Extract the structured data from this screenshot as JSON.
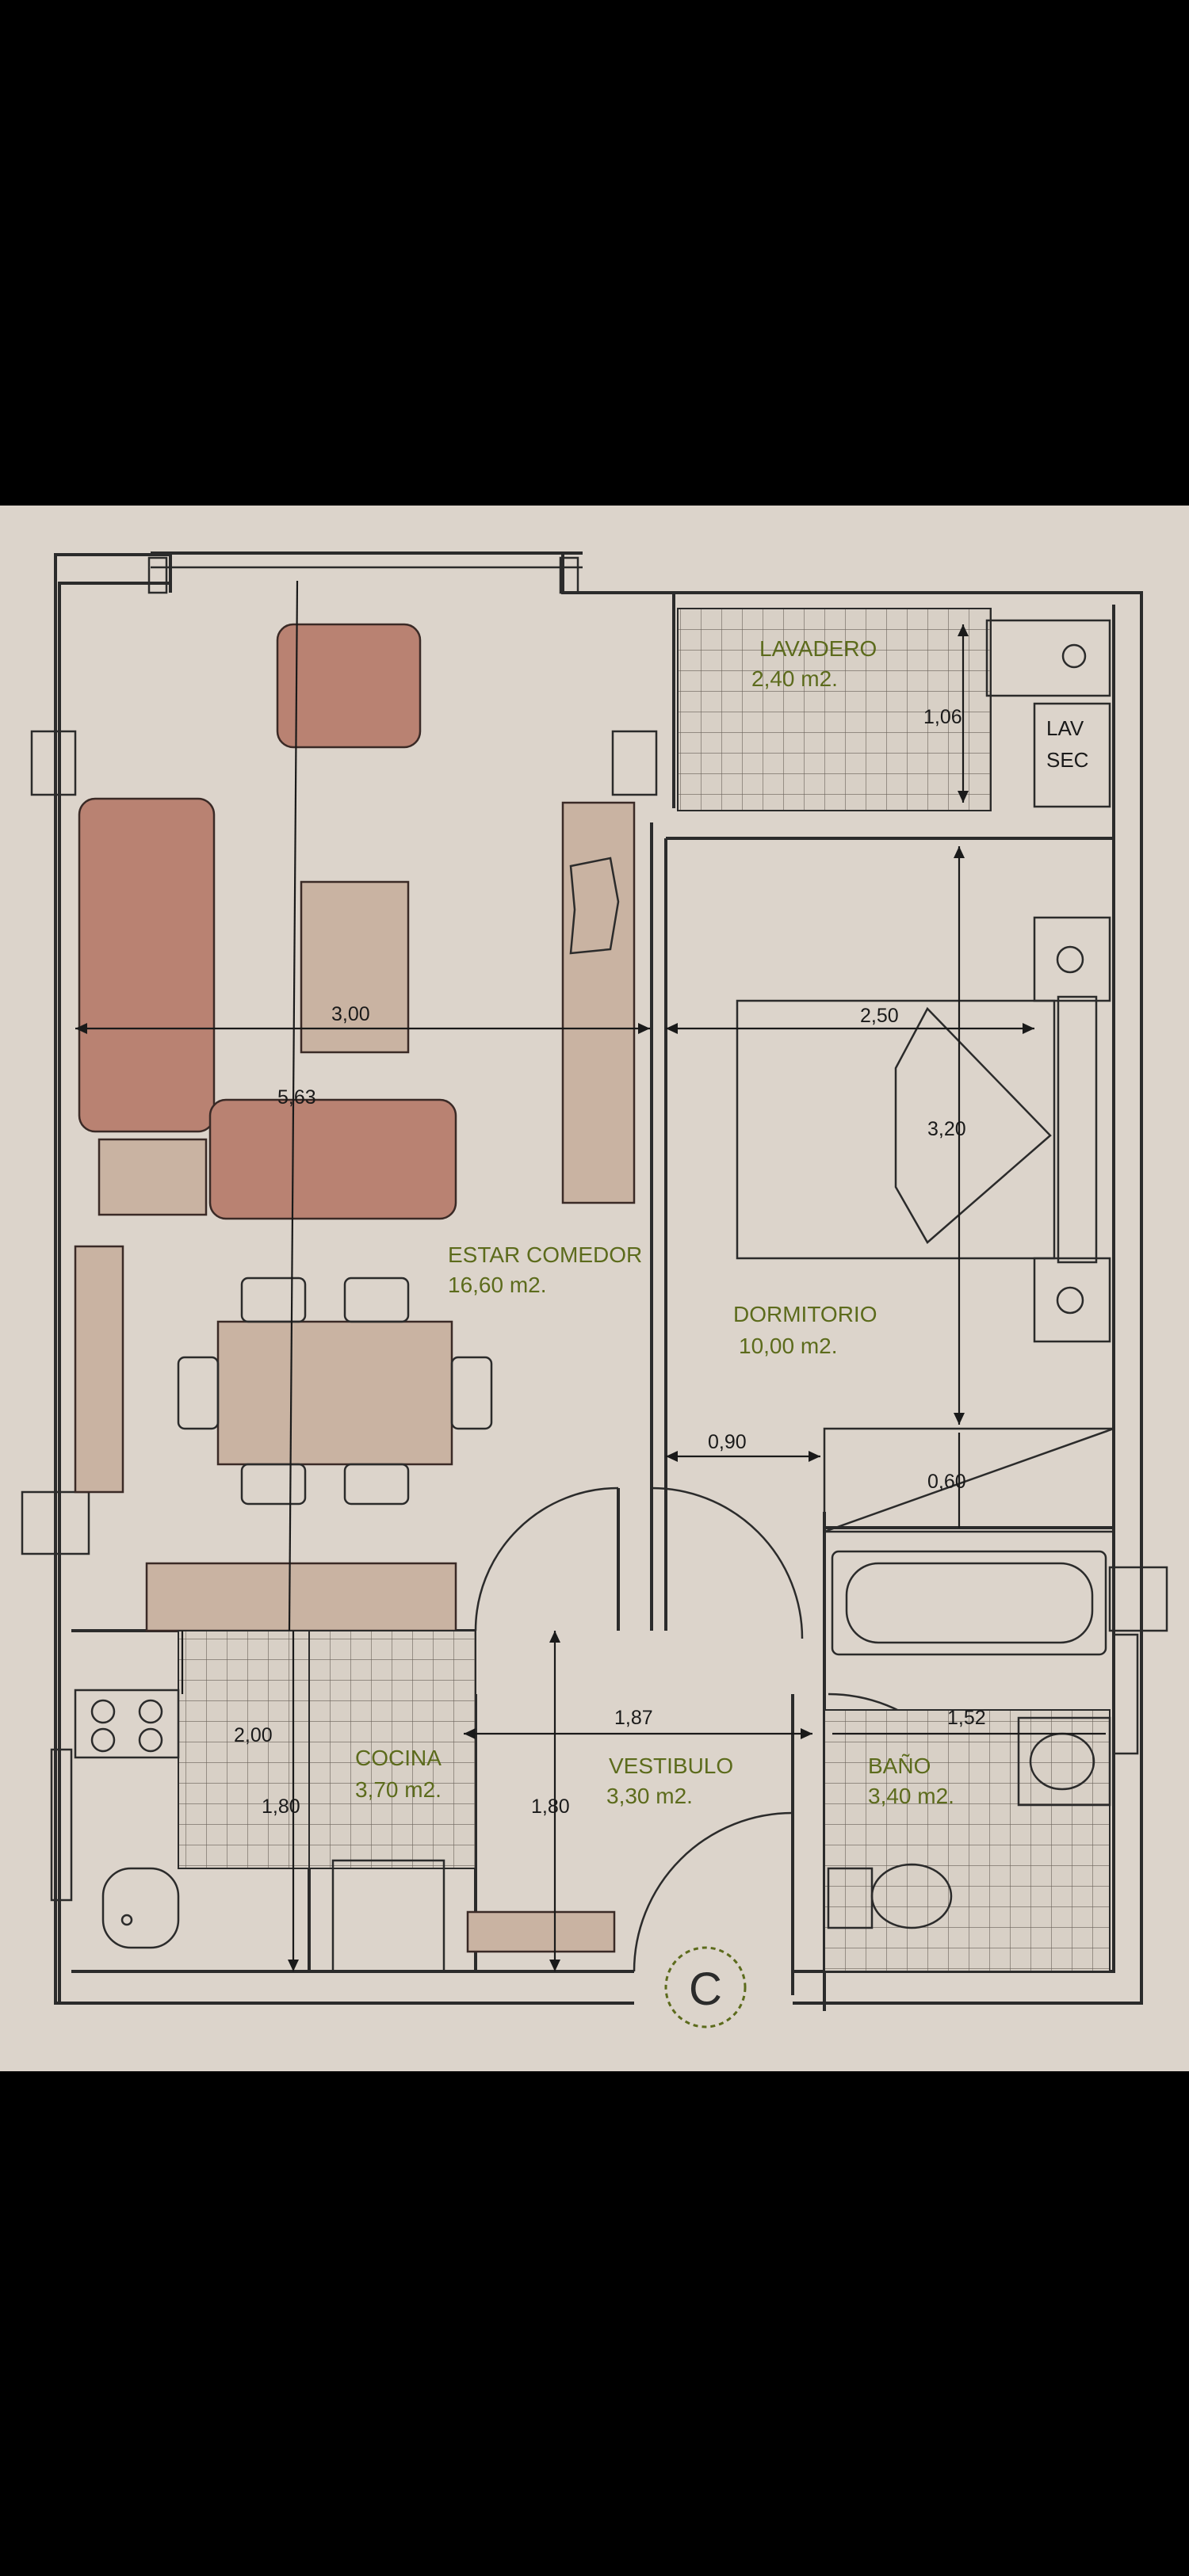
{
  "rooms": {
    "lavadero": {
      "name": "LAVADERO",
      "area": "2,40 m2."
    },
    "estar": {
      "name": "ESTAR COMEDOR",
      "area": "16,60 m2."
    },
    "dormitorio": {
      "name": "DORMITORIO",
      "area": "10,00 m2."
    },
    "cocina": {
      "name": "COCINA",
      "area": "3,70 m2."
    },
    "vestibulo": {
      "name": "VESTIBULO",
      "area": "3,30 m2."
    },
    "bano": {
      "name": "BAÑO",
      "area": "3,40 m2."
    }
  },
  "appliances": {
    "lav": "LAV",
    "sec": "SEC"
  },
  "dimensions": {
    "lav_depth": "1,06",
    "estar_width": "3,00",
    "estar_length": "5,63",
    "dorm_width": "2,50",
    "dorm_length": "3,20",
    "closet_width": "0,90",
    "closet_depth": "0,60",
    "cocina_width": "2,00",
    "cocina_length": "1,80",
    "vest_length": "1,80",
    "vest_width": "1,87",
    "bano_width": "1,52"
  },
  "unit_label": "C",
  "colors": {
    "furniture": "#b98272",
    "labels": "#5c6b1c",
    "paper": "#dcd4cb"
  }
}
